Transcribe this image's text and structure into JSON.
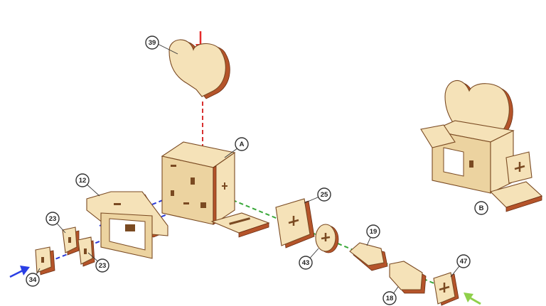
{
  "diagram": {
    "callouts": {
      "p39": "39",
      "pA": "A",
      "p12": "12",
      "p25": "25",
      "p23a": "23",
      "p23b": "23",
      "p34": "34",
      "p43": "43",
      "p19": "19",
      "p18": "18",
      "p47": "47",
      "pB": "B"
    },
    "colors": {
      "wood_face": "#f5e2b8",
      "wood_edge": "#b5542a",
      "arrow_red": "#e52a2a",
      "arrow_blue": "#2a3fe5",
      "arrow_green": "#8fd04a",
      "guide_red": "#d83030",
      "guide_blue": "#2b3bd8",
      "guide_green": "#3aa83a"
    }
  }
}
